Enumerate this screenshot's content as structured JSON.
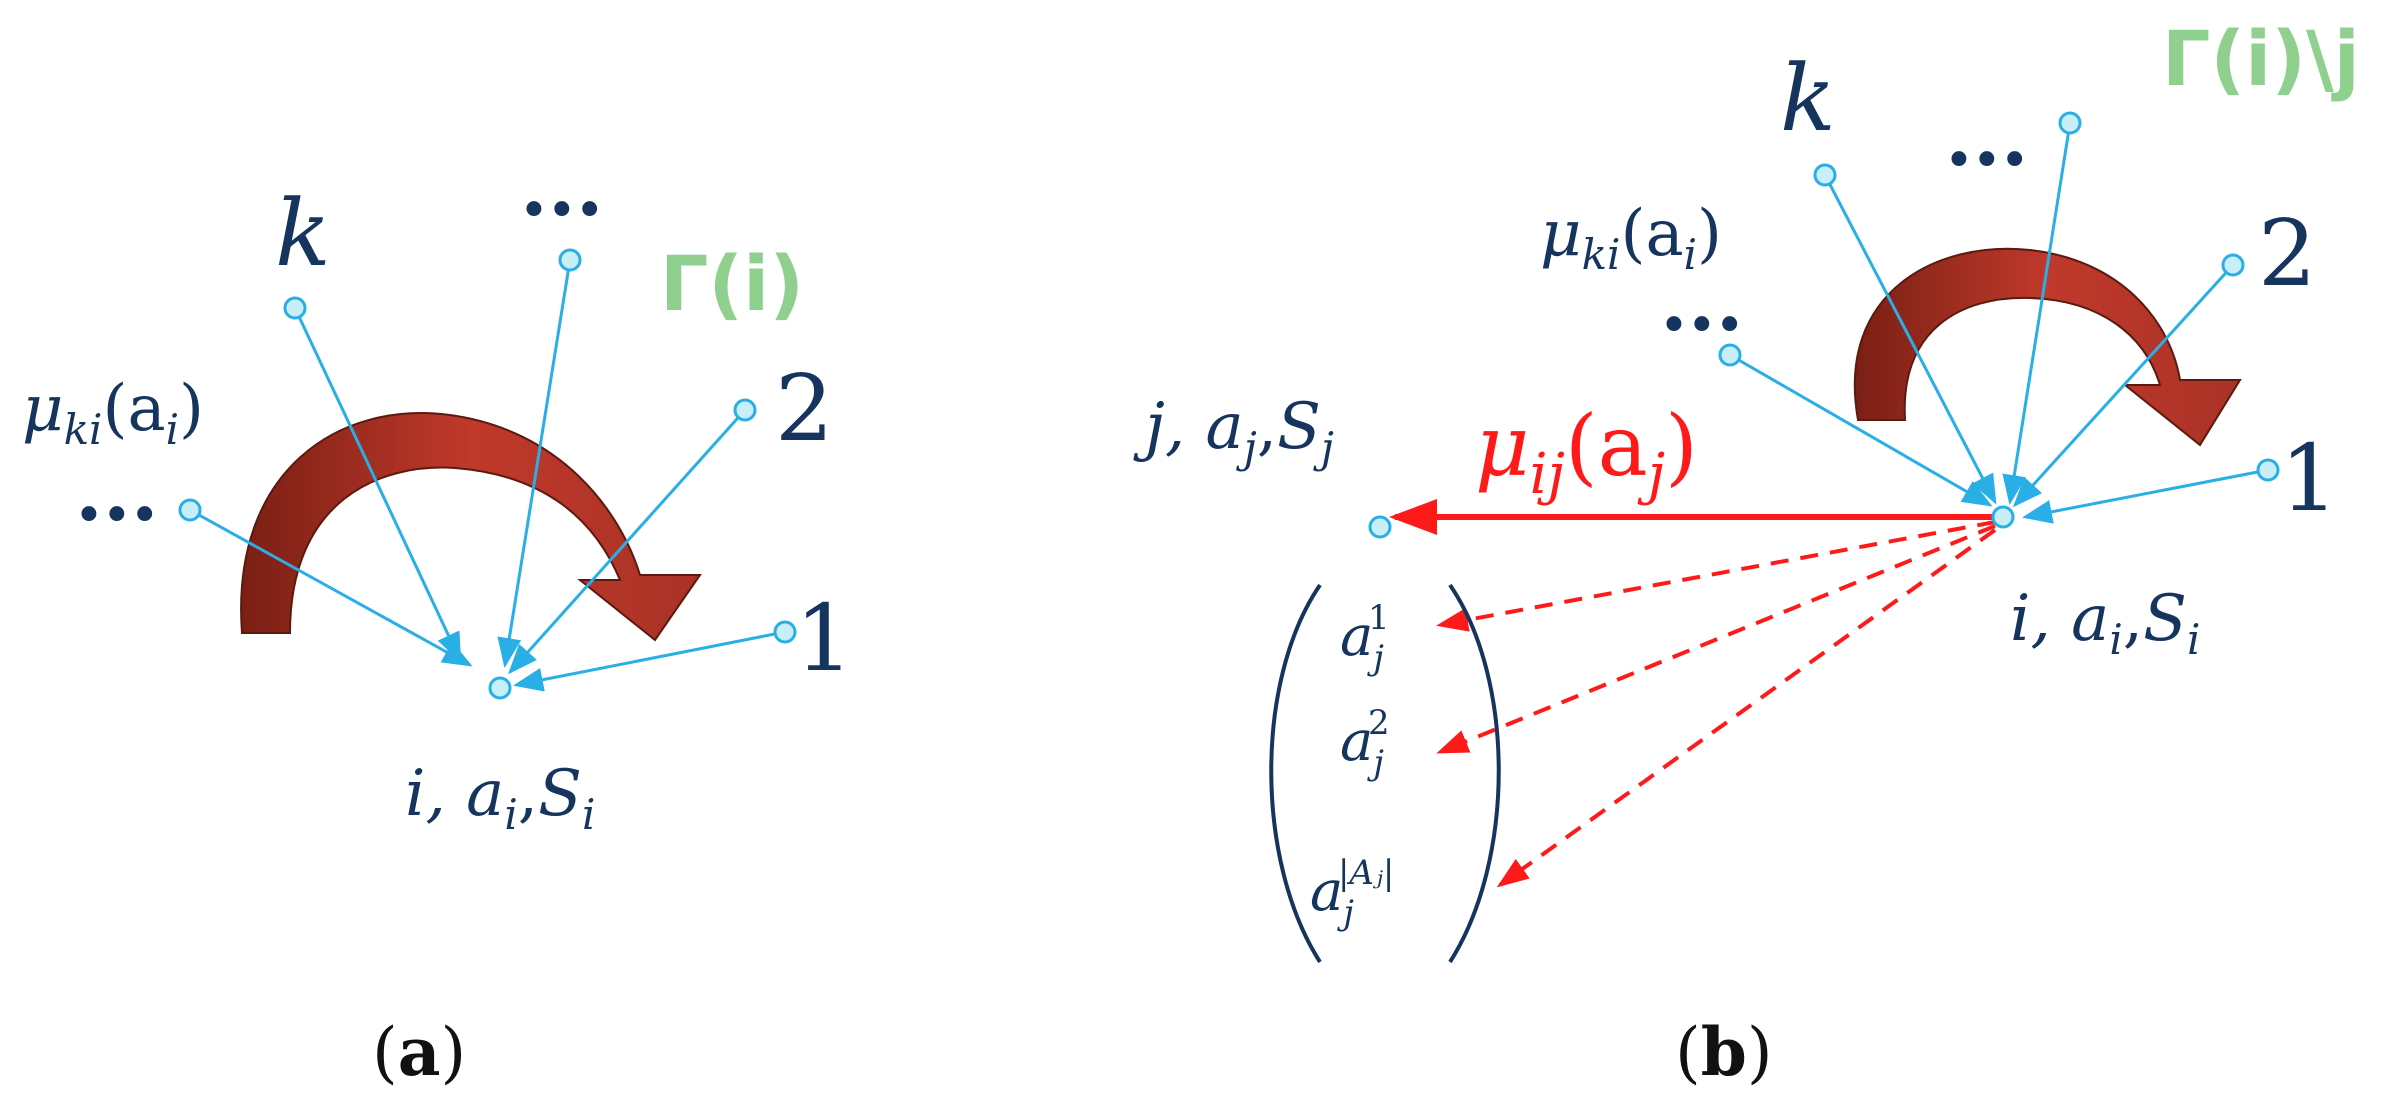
{
  "panel_a": {
    "caption_open": "(",
    "caption_letter": "a",
    "caption_close": ")",
    "neighbor_k": "k",
    "neighbor_dots_top": "...",
    "neighbor_2": "2",
    "neighbor_1": "1",
    "neighbor_dots_left": "...",
    "set_label": "Γ(i)",
    "message_mu": "μ",
    "message_sub": "ki",
    "message_arg_open": "(a",
    "message_arg_sub": "i",
    "message_arg_close": ")",
    "center_label": "i, a",
    "center_sub_a": "i",
    "center_sep": ",",
    "center_S": "S",
    "center_sub_S": "i"
  },
  "panel_b": {
    "caption_open": "(",
    "caption_letter": "b",
    "caption_close": ")",
    "neighbor_k": "k",
    "neighbor_dots_top": "...",
    "neighbor_2": "2",
    "neighbor_1": "1",
    "neighbor_dots_left": "...",
    "set_label": "Γ(i)\\j",
    "message_mu": "μ",
    "message_sub": "ki",
    "message_arg_open": "(a",
    "message_arg_sub": "i",
    "message_arg_close": ")",
    "out_mu": "μ",
    "out_sub": "ij",
    "out_arg_open": "(a",
    "out_arg_sub": "j",
    "out_arg_close": ")",
    "target_label": "j, a",
    "target_sub_a": "j",
    "target_sep": ",",
    "target_S": "S",
    "target_sub_S": "j",
    "source_label": "i, a",
    "source_sub_a": "i",
    "source_sep": ",",
    "source_S": "S",
    "source_sub_S": "i",
    "options": [
      {
        "base": "a",
        "sub": "j",
        "sup": "1"
      },
      {
        "base": "a",
        "sub": "j",
        "sup": "2"
      },
      {
        "base": "a",
        "sub": "j",
        "sup": "|Aⱼ|"
      }
    ]
  },
  "colors": {
    "navy": "#15355e",
    "edge_blue": "#29aee6",
    "node_fill": "#c8eef8",
    "red": "#ff1a1a",
    "arc_red": "#c0392b",
    "green": "#8fd08f"
  }
}
